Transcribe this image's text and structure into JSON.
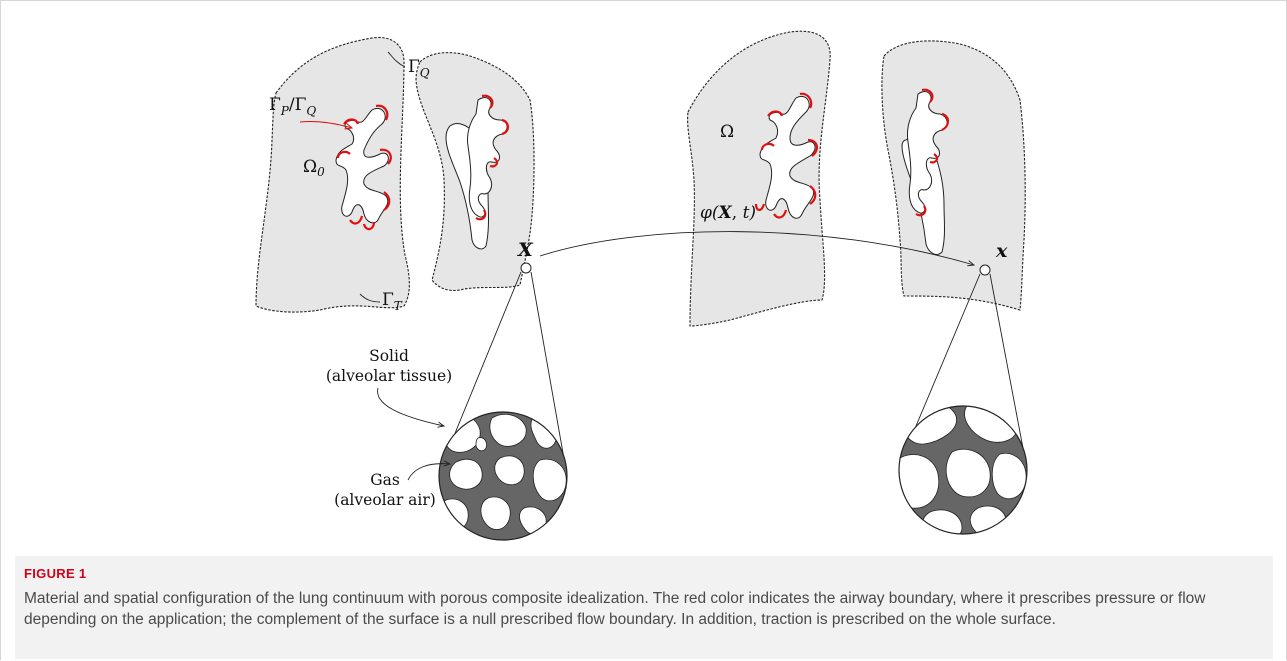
{
  "figure": {
    "labels": {
      "gamma_q": "ΓQ",
      "gamma_p_q": "ΓP/ΓQ",
      "omega0": "Ω0",
      "omega": "Ω",
      "gamma_t": "ΓT",
      "X": "X",
      "x": "x",
      "phi": "φ(X, t)",
      "solid": "Solid",
      "solid_sub": "(alveolar tissue)",
      "gas": "Gas",
      "gas_sub": "(alveolar air)"
    },
    "colors": {
      "lung_fill": "#e6e6e6",
      "airway_boundary": "#e01010",
      "tissue": "#666666",
      "caption_bg": "#f2f2f2",
      "figure_label": "#d0021b"
    }
  },
  "caption": {
    "label": "FIGURE 1",
    "text": "Material and spatial configuration of the lung continuum with porous composite idealization. The red color indicates the airway boundary, where it prescribes pressure or flow depending on the application; the complement of the surface is a null prescribed flow boundary. In addition, traction is prescribed on the whole surface."
  }
}
